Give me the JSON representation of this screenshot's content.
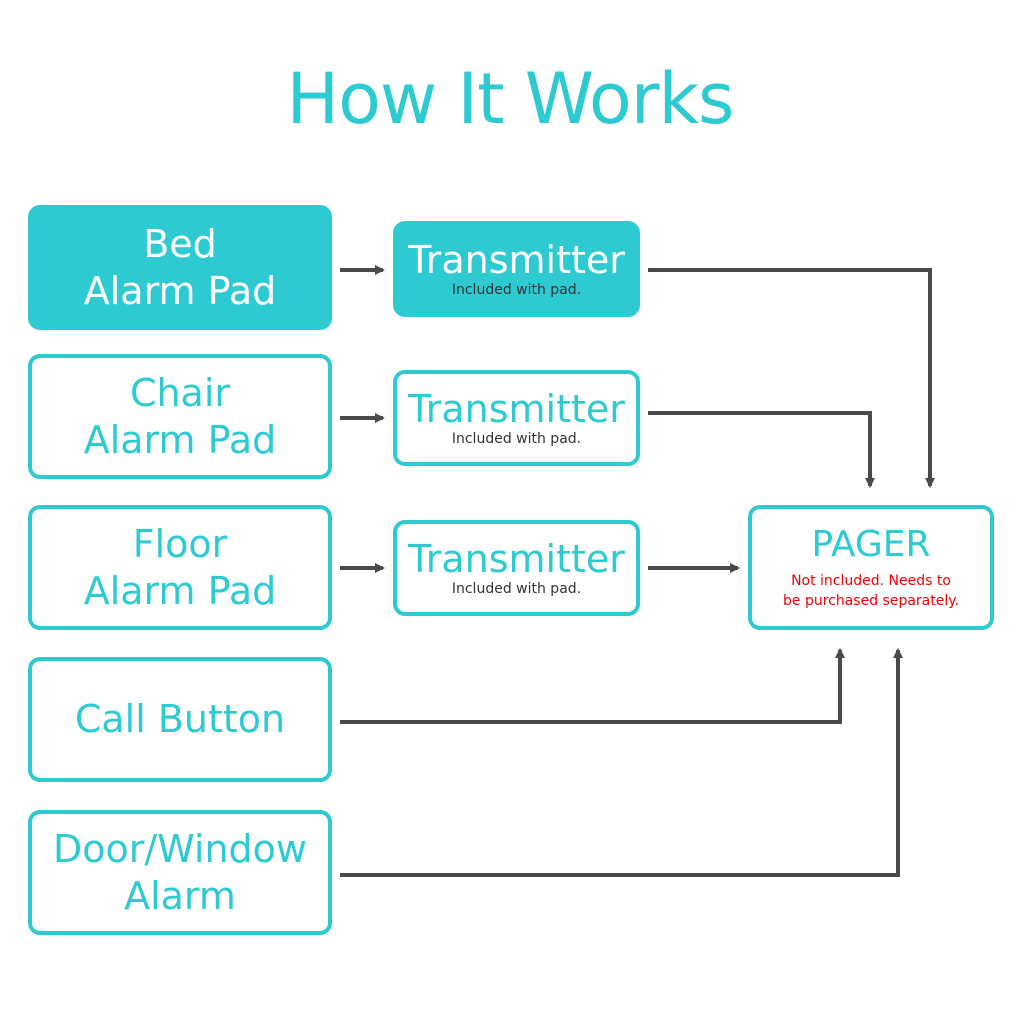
{
  "title": "How It Works",
  "colors": {
    "accent": "#2ecad2",
    "connector": "#4a4a4a",
    "note": "#333333",
    "warning": "#ee0000"
  },
  "sources": [
    {
      "label": "Bed\nAlarm Pad"
    },
    {
      "label": "Chair\nAlarm Pad"
    },
    {
      "label": "Floor\nAlarm Pad"
    },
    {
      "label": "Call Button"
    },
    {
      "label": "Door/Window\nAlarm"
    }
  ],
  "transmitters": [
    {
      "label": "Transmitter",
      "note": "Included with pad."
    },
    {
      "label": "Transmitter",
      "note": "Included with pad."
    },
    {
      "label": "Transmitter",
      "note": "Included with pad."
    }
  ],
  "pager": {
    "label": "PAGER",
    "note": "Not included. Needs to\nbe purchased separately."
  }
}
